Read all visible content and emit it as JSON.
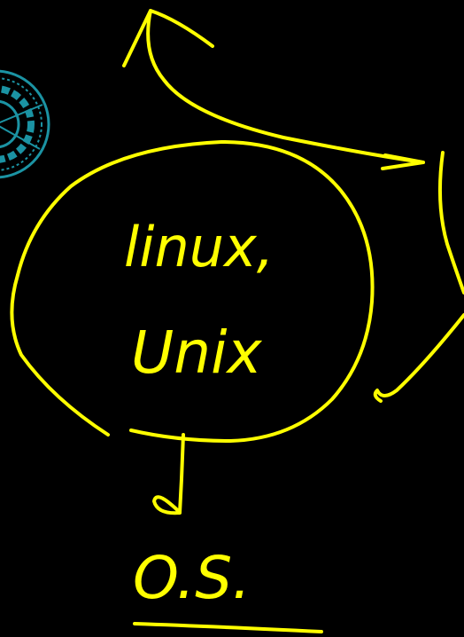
{
  "diagram": {
    "ink_color": "#ffff00",
    "background_color": "#000000",
    "center_label_line1": "linux,",
    "center_label_line2": "Unix",
    "bottom_label": "O.S."
  },
  "decor": {
    "gear_color": "#1fa3b5",
    "icon": "gear-icon"
  }
}
